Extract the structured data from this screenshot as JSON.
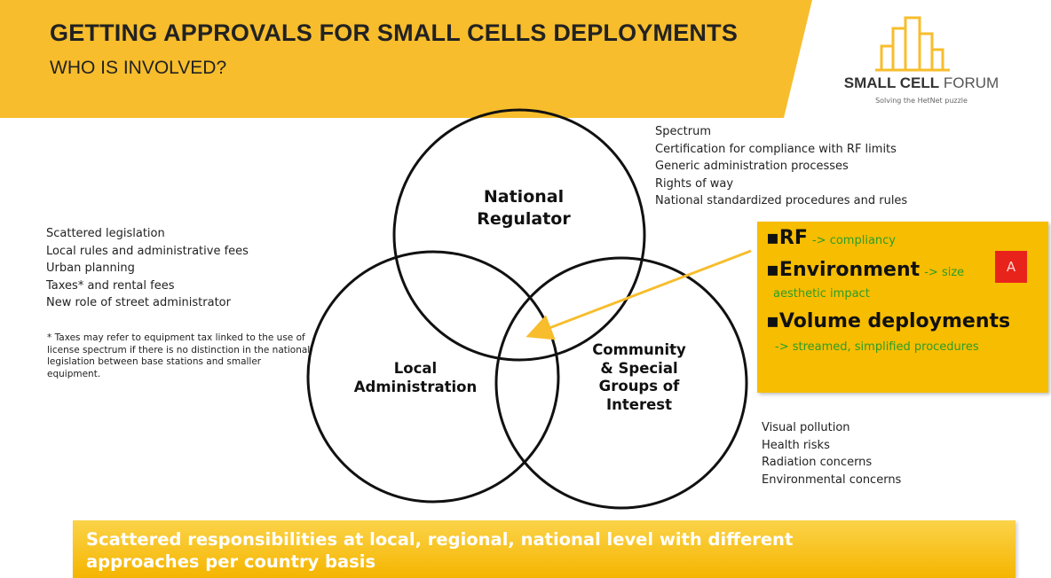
{
  "header": {
    "title": "GETTING APPROVALS FOR SMALL CELLS DEPLOYMENTS",
    "subtitle": "WHO IS INVOLVED?"
  },
  "logo": {
    "name_bold": "SMALL CELL",
    "name_light": "FORUM",
    "tagline": "Solving the HetNet puzzle"
  },
  "venn": {
    "national": [
      "National",
      "Regulator"
    ],
    "local": [
      "Local",
      "Administration"
    ],
    "community": [
      "Community",
      "& Special",
      "Groups of",
      "Interest"
    ]
  },
  "national_notes": [
    "Spectrum",
    "Certification for compliance with RF limits",
    "Generic administration processes",
    "Rights of way",
    "National standardized procedures and rules"
  ],
  "local_notes": [
    "Scattered legislation",
    "Local rules and administrative fees",
    "Urban planning",
    "Taxes* and rental fees",
    "New role of street administrator"
  ],
  "footnote": "* Taxes may refer to equipment tax linked to the use of license spectrum if there is no distinction in the national legislation between base stations and smaller equipment.",
  "community_notes": [
    "Visual pollution",
    "Health risks",
    "Radiation concerns",
    "Environmental concerns"
  ],
  "callout": {
    "rf": {
      "label": "▪RF",
      "detail": "-> compliancy"
    },
    "environment": {
      "label": "▪Environment",
      "detail": "-> size",
      "detail2": "aesthetic impact"
    },
    "volume": {
      "label": "▪Volume deployments",
      "detail": "-> streamed, simplified procedures"
    },
    "marker": "A"
  },
  "bottom_banner": {
    "line1": "Scattered responsibilities at local, regional, national level with different",
    "line2": "approaches per country basis"
  },
  "colors": {
    "banner": "#f7bd2c",
    "callout": "#f7bd00",
    "green_text": "#2a9d2a",
    "marker_red": "#e8231c",
    "arrow": "#f7bd2c"
  }
}
